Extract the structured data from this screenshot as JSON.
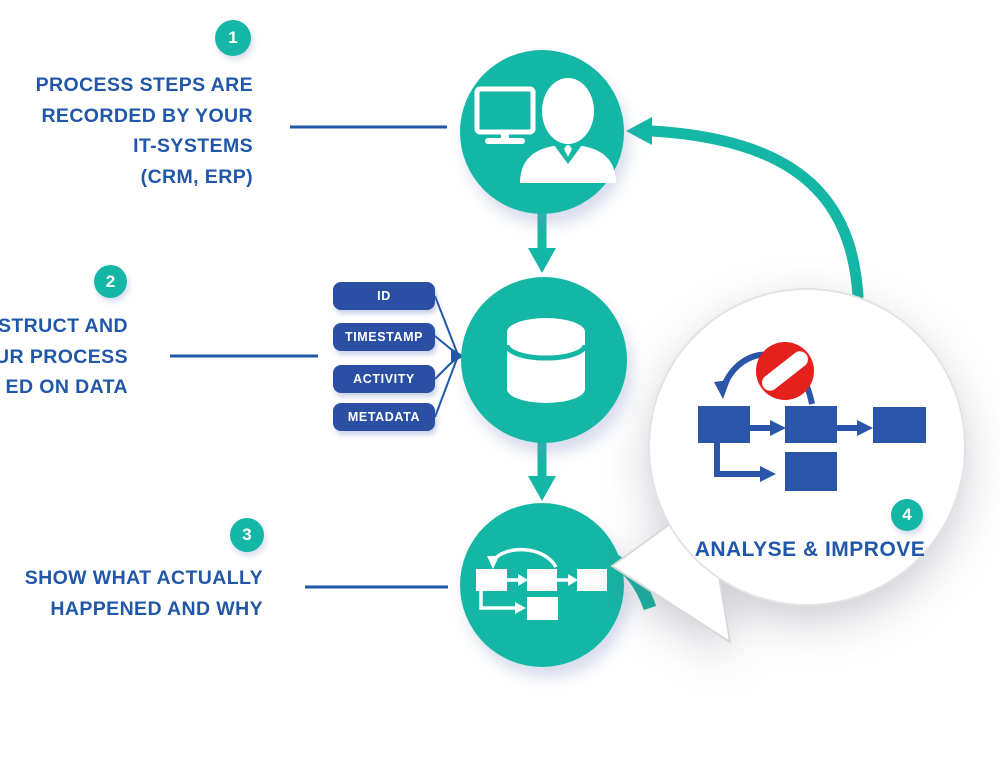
{
  "colors": {
    "teal": "#14B7A6",
    "text_blue": "#2157A8",
    "pill_blue": "#2B4FA3",
    "flowchart_blue": "#2B55A8",
    "stop_sign_red": "#E5211D",
    "background": "#FFFFFF"
  },
  "steps": [
    {
      "number": "1",
      "lines": [
        "PROCESS STEPS ARE",
        "RECORDED BY YOUR",
        "IT-SYSTEMS",
        "(CRM, ERP)"
      ]
    },
    {
      "number": "2",
      "lines": [
        "STRUCT AND",
        "UR PROCESS",
        "ED ON DATA"
      ]
    },
    {
      "number": "3",
      "lines": [
        "SHOW WHAT ACTUALLY",
        "HAPPENED AND WHY"
      ]
    },
    {
      "number": "4",
      "label": "ANALYSE & IMPROVE"
    }
  ],
  "data_fields": [
    "ID",
    "TIMESTAMP",
    "ACTIVITY",
    "METADATA"
  ],
  "icons": {
    "circle1": "computer-monitor-and-user",
    "circle2": "database-cylinder",
    "circle3": "process-flow-map",
    "bubble": "flowchart-with-no-entry-sign"
  }
}
